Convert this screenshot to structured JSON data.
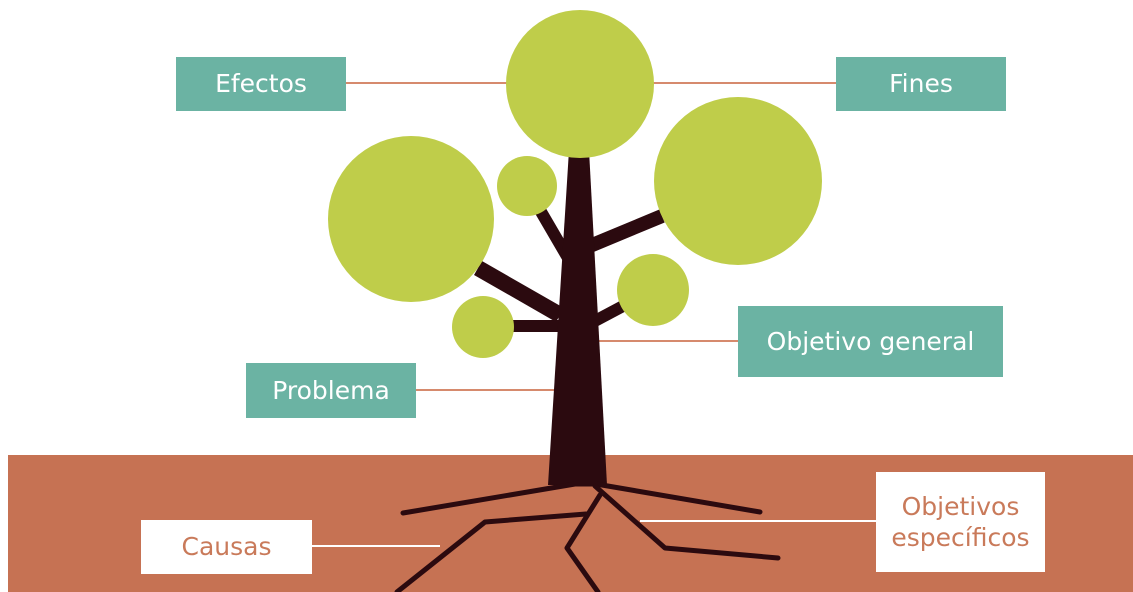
{
  "labels": {
    "efectos": "Efectos",
    "fines": "Fines",
    "objetivo_general": "Objetivo general",
    "problema": "Problema",
    "causas": "Causas",
    "objetivos_especificos_line1": "Objetivos",
    "objetivos_especificos_line2": "específicos"
  },
  "colors": {
    "ground": "#c67253",
    "foliage": "#bfcd4a",
    "trunk": "#2b0a0f",
    "label_teal": "#6bb3a3",
    "connector_line": "#d68a6d",
    "label_text_orange": "#c97a5a"
  }
}
